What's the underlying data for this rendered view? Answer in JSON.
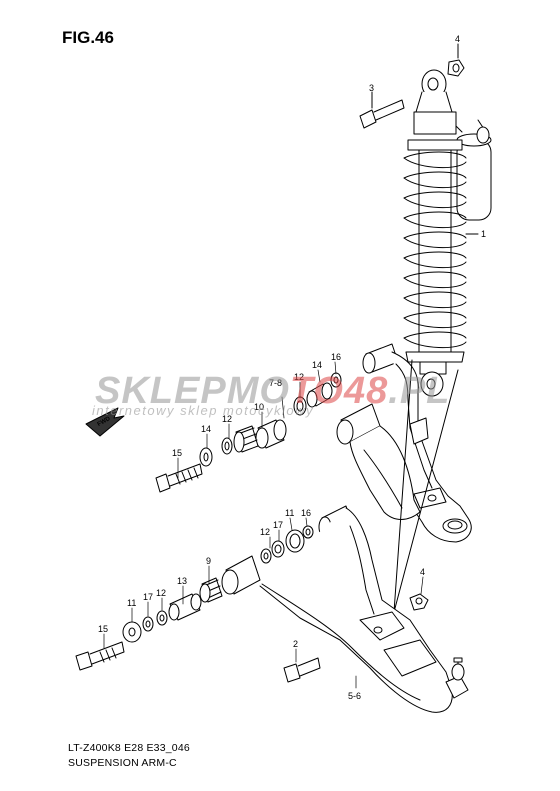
{
  "figure": {
    "title": "FIG.46",
    "code": "LT-Z400K8 E28 E33_046",
    "name": "SUSPENSION ARM-C"
  },
  "watermark": {
    "part1": "SKLEPMO",
    "part2": "TO48",
    "part3": ".PL",
    "tagline": "internetowy sklep motocyklowy"
  },
  "direction_badge": "FWD",
  "callouts": {
    "c1": "1",
    "c2": "2",
    "c3": "3",
    "c4a": "4",
    "c4b": "4",
    "c5_6": "5-6",
    "c7_8": "7-8",
    "c9": "9",
    "c10": "10",
    "c11a": "11",
    "c11b": "11",
    "c12a": "12",
    "c12b": "12",
    "c12c": "12",
    "c12d": "12",
    "c13": "13",
    "c14a": "14",
    "c14b": "14",
    "c15a": "15",
    "c15b": "15",
    "c16a": "16",
    "c16b": "16",
    "c17a": "17",
    "c17b": "17"
  }
}
